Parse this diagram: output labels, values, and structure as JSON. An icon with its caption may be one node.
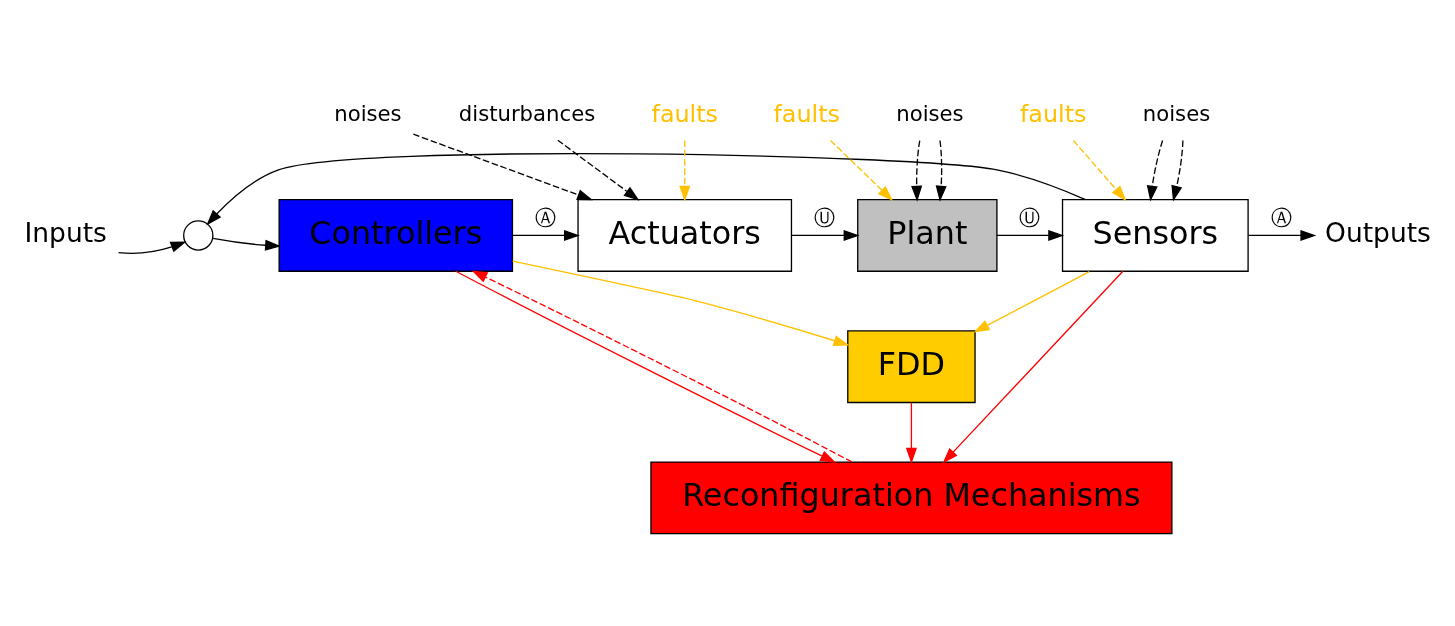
{
  "diagram": {
    "nodes": [
      {
        "text": [
          "Inputs"
        ]
      },
      {
        "text": [],
        "shape": "circle"
      },
      {
        "text": [
          "Controllers"
        ]
      },
      {
        "text": [
          "Actuators"
        ]
      },
      {
        "text": [
          "Plant"
        ]
      },
      {
        "text": [
          "Sensors"
        ]
      },
      {
        "text": [
          "Outputs"
        ]
      },
      {
        "text": [
          "FDD"
        ]
      },
      {
        "text": [
          "Reconfiguration Mechanisms"
        ]
      },
      {
        "text": [
          "noises"
        ]
      },
      {
        "text": [
          "disturbances"
        ]
      },
      {
        "text": [
          "faults"
        ]
      },
      {
        "text": [
          "noises"
        ]
      },
      {
        "text": [
          "faults"
        ]
      },
      {
        "text": [
          "noises"
        ]
      },
      {
        "text": [
          "faults"
        ]
      }
    ],
    "edges": [
      {
        "from": 0,
        "to": 1,
        "arrow": "to"
      },
      {
        "from": 1,
        "to": 2,
        "arrow": "to"
      },
      {
        "from": 2,
        "to": 3,
        "arrow": "to",
        "label": "Ⓐ"
      },
      {
        "from": 3,
        "to": 4,
        "arrow": "to",
        "label": "Ⓤ"
      },
      {
        "from": 4,
        "to": 5,
        "arrow": "to",
        "label": "Ⓤ"
      },
      {
        "from": 5,
        "to": 6,
        "arrow": "to",
        "label": "Ⓐ"
      },
      {
        "from": 5,
        "to": 1,
        "arrow": "to"
      },
      {
        "from": 2,
        "to": 7,
        "arrow": "to",
        "color": "#ffc000"
      },
      {
        "from": 5,
        "to": 7,
        "arrow": "to",
        "color": "#ffc000"
      },
      {
        "from": 7,
        "to": 8,
        "arrow": "to",
        "color": "#ff0000"
      },
      {
        "from": 2,
        "to": 8,
        "arrow": "to",
        "color": "#ff0000"
      },
      {
        "from": 5,
        "to": 8,
        "arrow": "to",
        "color": "#ff0000"
      },
      {
        "from": 8,
        "to": 2,
        "arrow": "to",
        "style": "dashed",
        "color": "#ff0000"
      },
      {
        "from": 9,
        "to": 3,
        "arrow": "to",
        "style": "dashed"
      },
      {
        "from": 10,
        "to": 3,
        "arrow": "to",
        "style": "dashed"
      },
      {
        "from": 11,
        "to": 3,
        "arrow": "to",
        "style": "dashed",
        "color": "#ffc000"
      },
      {
        "from": 12,
        "to": 4,
        "arrow": "to",
        "style": "dashed"
      },
      {
        "from": 12,
        "to": 4,
        "arrow": "to",
        "style": "dashed"
      },
      {
        "from": 13,
        "to": 4,
        "arrow": "to",
        "style": "dashed",
        "color": "#ffc000"
      },
      {
        "from": 14,
        "to": 5,
        "arrow": "to",
        "style": "dashed"
      },
      {
        "from": 14,
        "to": 5,
        "arrow": "to",
        "style": "dashed"
      },
      {
        "from": 15,
        "to": 5,
        "arrow": "to",
        "style": "dashed",
        "color": "#ffc000"
      }
    ]
  }
}
